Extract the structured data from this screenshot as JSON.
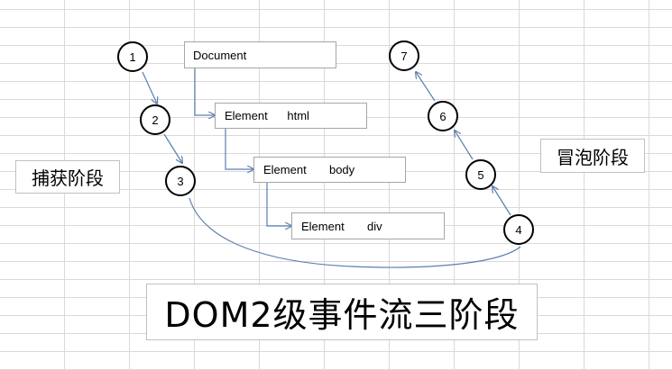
{
  "nodes": {
    "document": "Document",
    "html": "Element      html",
    "body": "Element       body",
    "div": "Element       div"
  },
  "steps": [
    "1",
    "2",
    "3",
    "4",
    "5",
    "6",
    "7"
  ],
  "labels": {
    "capture": "捕获阶段",
    "bubble": "冒泡阶段"
  },
  "title": "DOM2级事件流三阶段",
  "colors": {
    "connector": "#5b7fb0",
    "grid": "#d9d9d9",
    "box_border": "#a6a6a6"
  }
}
